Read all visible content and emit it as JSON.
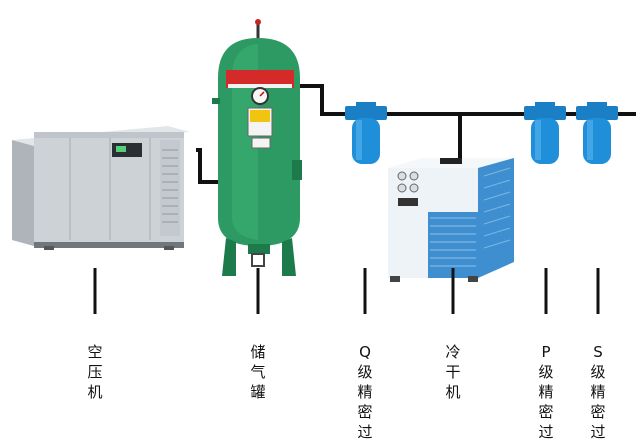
{
  "diagram": {
    "colors": {
      "pipe": "#111111",
      "tank_green": "#2e9a63",
      "tank_green_dark": "#1d7a4a",
      "filter_blue": "#1e8fd8",
      "compressor_gray": "#cdd2d6",
      "dryer_blue": "#3f8fd0",
      "dryer_white": "#eef3f7",
      "tank_label_red": "#d42a2a"
    },
    "components": [
      {
        "id": "compressor",
        "icon": "air-compressor-icon",
        "label": "空压机"
      },
      {
        "id": "tank",
        "icon": "air-storage-tank-icon",
        "label": "储气罐"
      },
      {
        "id": "q-filter",
        "icon": "precision-filter-icon",
        "label": "Q级精密过"
      },
      {
        "id": "dryer",
        "icon": "refrigerated-dryer-icon",
        "label": "冷干机"
      },
      {
        "id": "p-filter",
        "icon": "precision-filter-icon",
        "label": "P级精密过"
      },
      {
        "id": "s-filter",
        "icon": "precision-filter-icon",
        "label": "S级精密过"
      }
    ]
  }
}
